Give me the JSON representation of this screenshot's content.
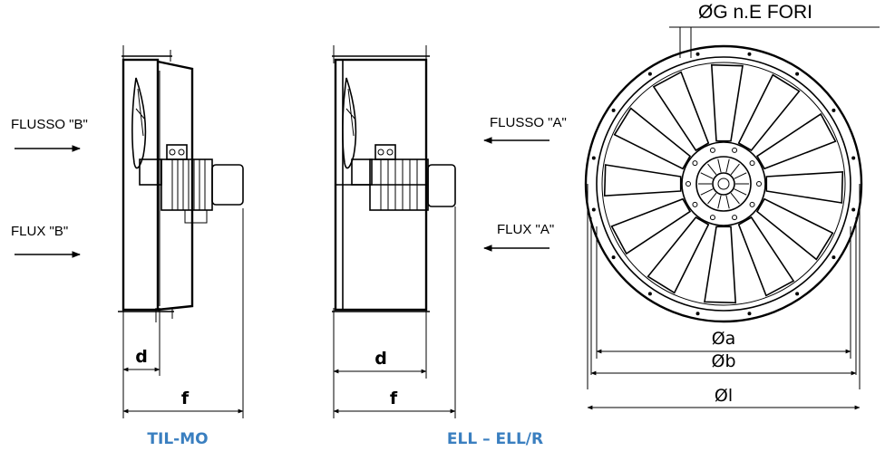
{
  "flow_labels": {
    "flusso_b": "FLUSSO \"B\"",
    "flux_b": "FLUX \"B\"",
    "flusso_a": "FLUSSO \"A\"",
    "flux_a": "FLUX \"A\""
  },
  "dimensions": {
    "d": "d",
    "f": "f",
    "holes": "ØG n.E FORI",
    "dia_a": "Øa",
    "dia_b": "Øb",
    "dia_l": "Øl"
  },
  "models": {
    "left": "TIL-MO",
    "middle": "ELL – ELL/R"
  },
  "colors": {
    "model_label": "#3a7fc0",
    "lines": "#000000"
  }
}
